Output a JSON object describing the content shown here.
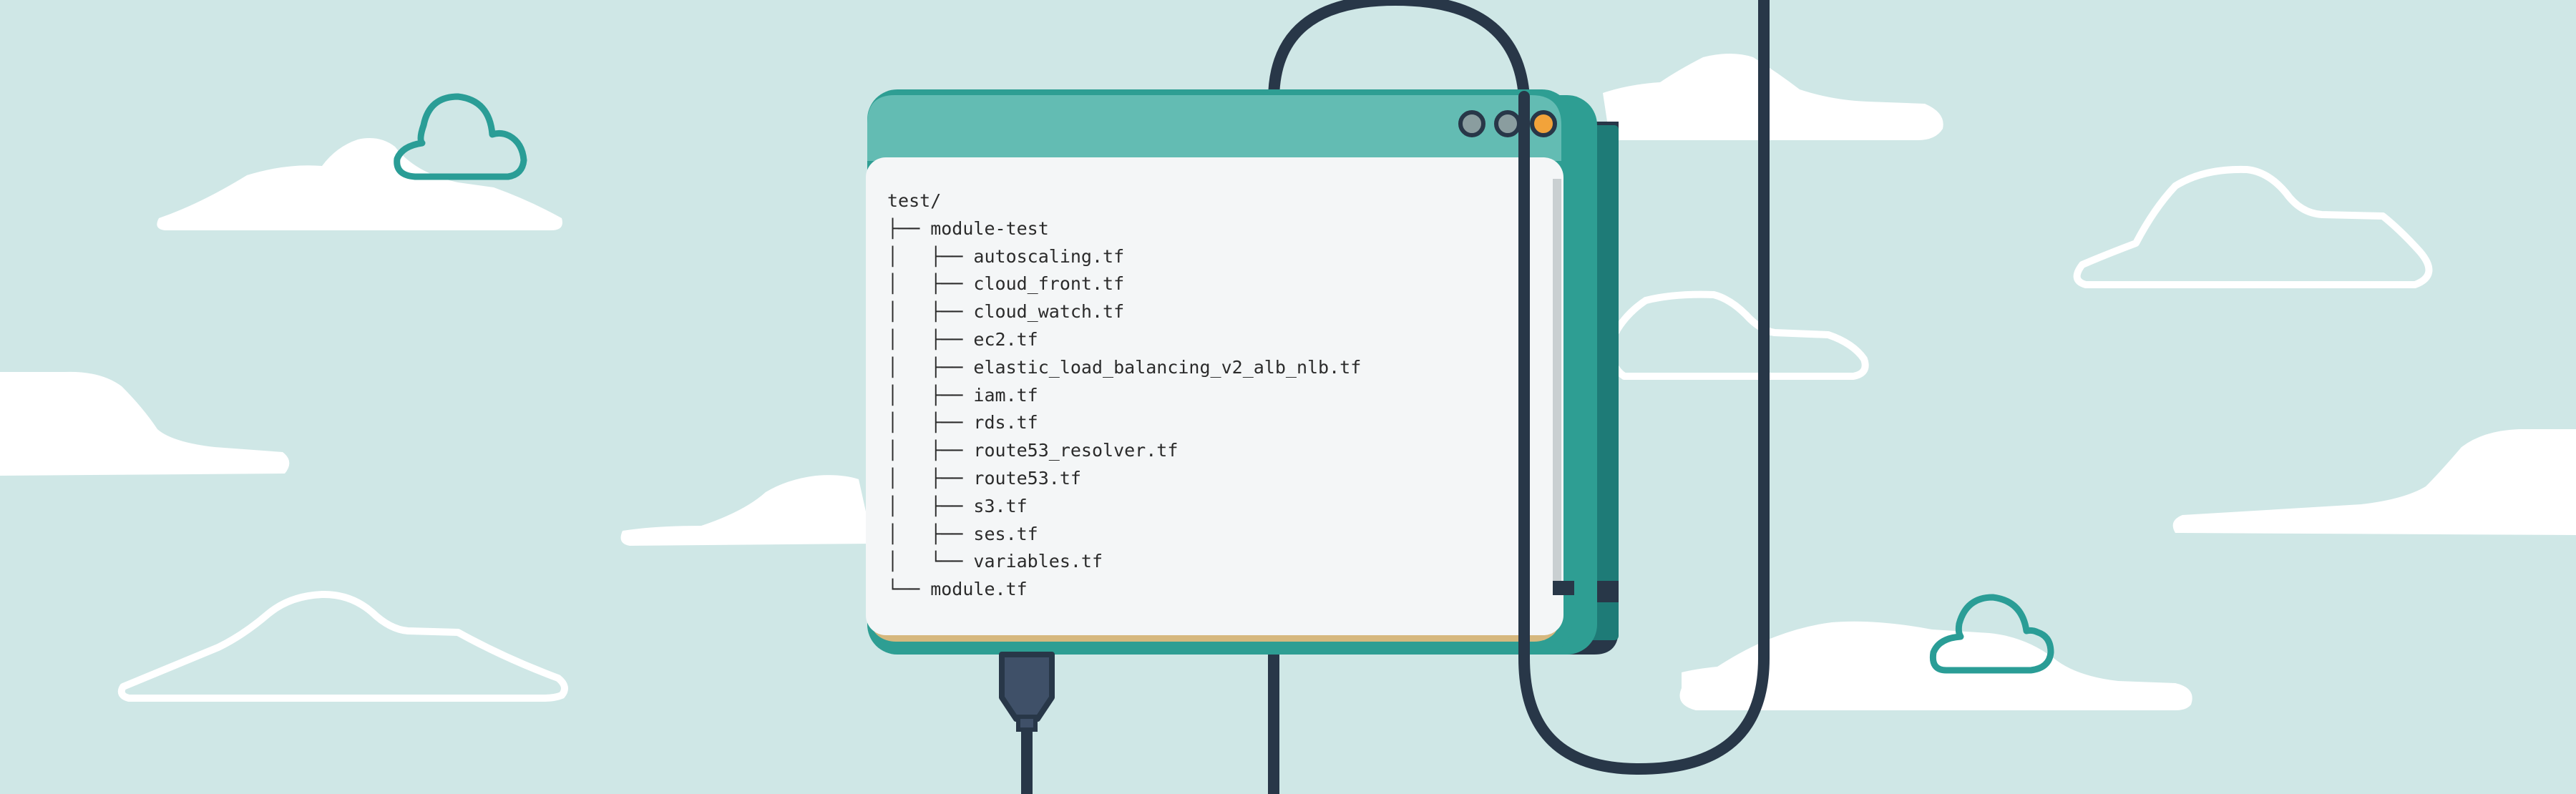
{
  "colors": {
    "background": "#cfe7e6",
    "cloud_fill": "#ffffff",
    "cloud_outline_teal": "#2a9d96",
    "window_frame": "#2e9e93",
    "window_titlebar": "#63bcb3",
    "window_content": "#f4f6f7",
    "window_back_panel": "#1e7b77",
    "window_shadow": "#283748",
    "cable": "#283748",
    "plug": "#3f5068",
    "tan_stripe": "#d6b87e",
    "button_orange": "#f2a33a",
    "button_gray": "#8a9d9f"
  },
  "window": {
    "buttons": [
      {
        "name": "window-button-left",
        "color": "#8a9d9f"
      },
      {
        "name": "window-button-middle",
        "color": "#8a9d9f"
      },
      {
        "name": "window-button-right",
        "color": "#f2a33a"
      }
    ]
  },
  "tree": {
    "lines": [
      "test/",
      "├── module-test",
      "│   ├── autoscaling.tf",
      "│   ├── cloud_front.tf",
      "│   ├── cloud_watch.tf",
      "│   ├── ec2.tf",
      "│   ├── elastic_load_balancing_v2_alb_nlb.tf",
      "│   ├── iam.tf",
      "│   ├── rds.tf",
      "│   ├── route53_resolver.tf",
      "│   ├── route53.tf",
      "│   ├── s3.tf",
      "│   ├── ses.tf",
      "│   └── variables.tf",
      "└── module.tf"
    ]
  }
}
